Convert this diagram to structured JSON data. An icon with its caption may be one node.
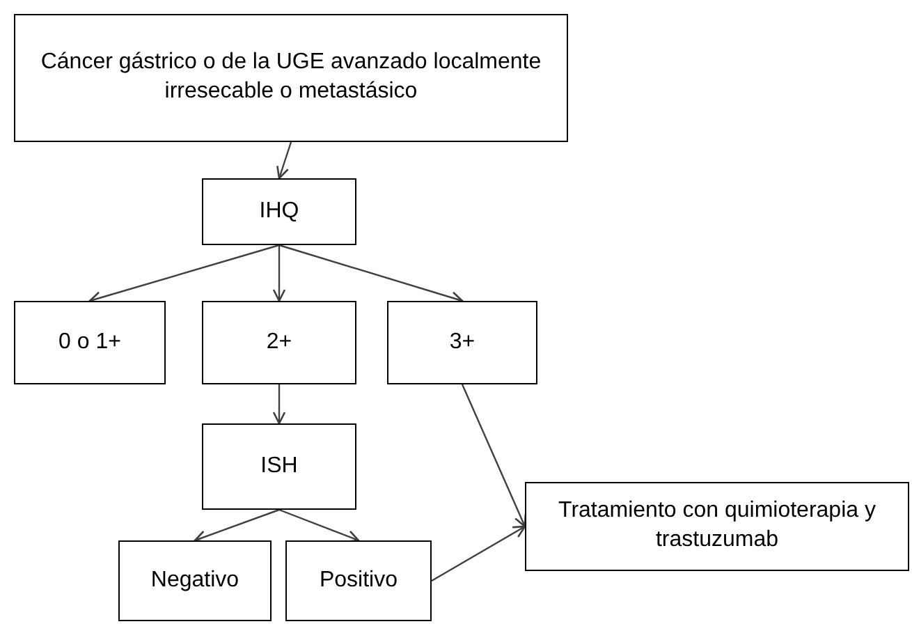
{
  "diagram": {
    "nodes": [
      {
        "text": [
          "Cáncer gástrico o de la UGE avanzado localmente irresecable o metastásico"
        ]
      },
      {
        "text": [
          "IHQ"
        ]
      },
      {
        "text": [
          "0 o 1+"
        ]
      },
      {
        "text": [
          "2+"
        ]
      },
      {
        "text": [
          "3+"
        ]
      },
      {
        "text": [
          "ISH"
        ]
      },
      {
        "text": [
          "Negativo"
        ]
      },
      {
        "text": [
          "Positivo"
        ]
      },
      {
        "text": [
          "Tratamiento con quimioterapia y trastuzumab"
        ]
      }
    ],
    "edges": [
      {
        "from": 0,
        "to": 1,
        "arrow": "to"
      },
      {
        "from": 1,
        "to": 2,
        "arrow": "to"
      },
      {
        "from": 1,
        "to": 3,
        "arrow": "to"
      },
      {
        "from": 1,
        "to": 4,
        "arrow": "to"
      },
      {
        "from": 3,
        "to": 5,
        "arrow": "to"
      },
      {
        "from": 5,
        "to": 6,
        "arrow": "to"
      },
      {
        "from": 5,
        "to": 7,
        "arrow": "to"
      },
      {
        "from": 4,
        "to": 8,
        "arrow": "to"
      },
      {
        "from": 7,
        "to": 8,
        "arrow": "to"
      }
    ]
  }
}
